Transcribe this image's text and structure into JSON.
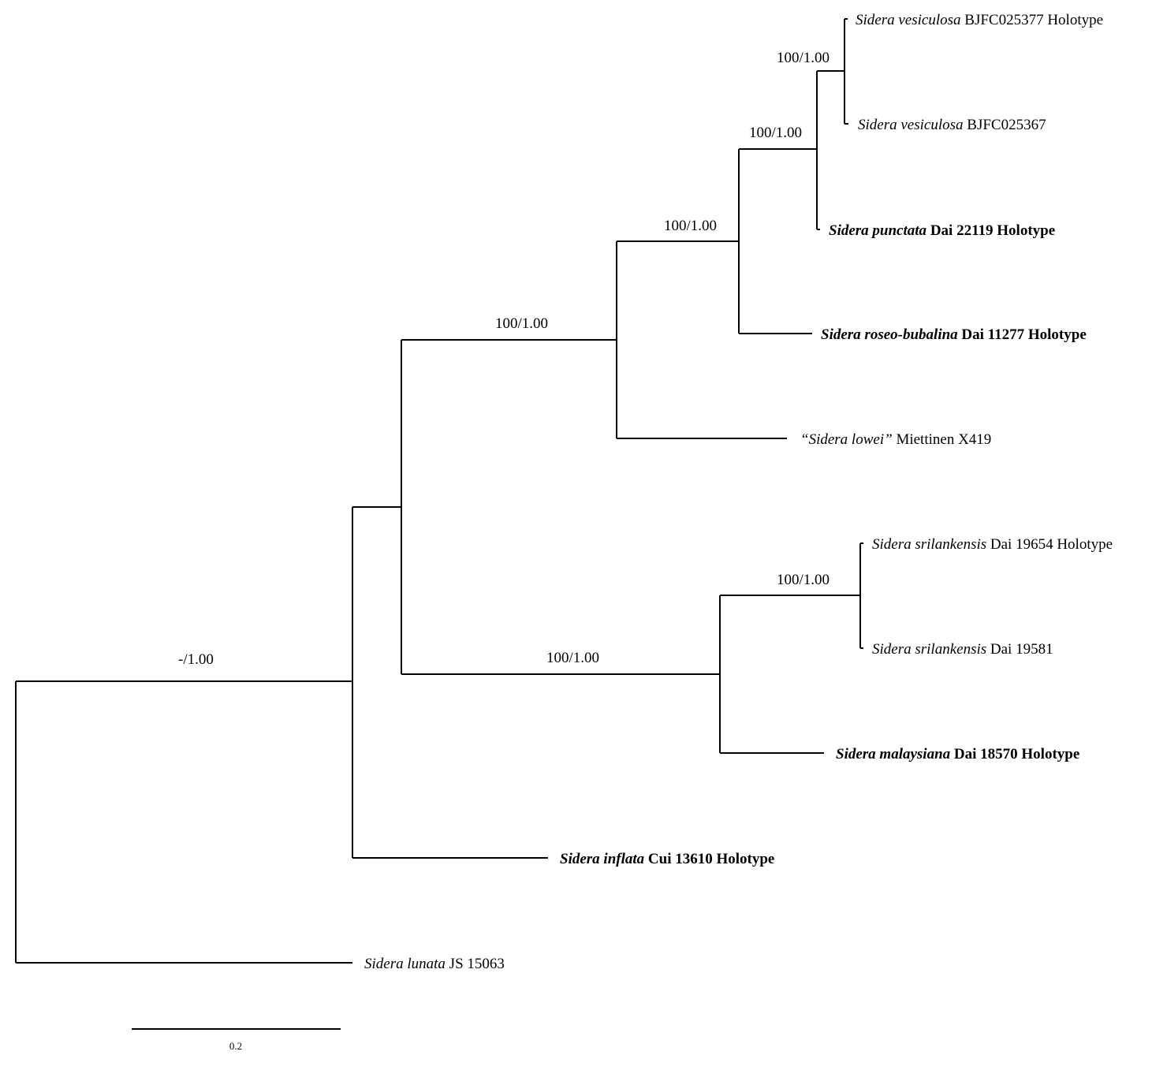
{
  "taxa": {
    "t1": {
      "quote_open": "",
      "species": "Sidera vesiculosa",
      "quote_close": "",
      "voucher": "BJFC025377 Holotype",
      "bold": false
    },
    "t2": {
      "quote_open": "",
      "species": "Sidera vesiculosa",
      "quote_close": "",
      "voucher": "BJFC025367",
      "bold": false
    },
    "t3": {
      "quote_open": "",
      "species": "Sidera punctata",
      "quote_close": "",
      "voucher": "Dai 22119 Holotype",
      "bold": true
    },
    "t4": {
      "quote_open": "",
      "species": "Sidera roseo-bubalina",
      "quote_close": "",
      "voucher": "Dai 11277 Holotype",
      "bold": true
    },
    "t5": {
      "quote_open": "“",
      "species": "Sidera lowei",
      "quote_close": "”",
      "voucher": "Miettinen X419",
      "bold": false
    },
    "t6": {
      "quote_open": "",
      "species": "Sidera srilankensis",
      "quote_close": "",
      "voucher": "Dai 19654 Holotype",
      "bold": false
    },
    "t7": {
      "quote_open": "",
      "species": "Sidera srilankensis",
      "quote_close": "",
      "voucher": "Dai 19581",
      "bold": false
    },
    "t8": {
      "quote_open": "",
      "species": "Sidera malaysiana",
      "quote_close": "",
      "voucher": "Dai 18570 Holotype",
      "bold": true
    },
    "t9": {
      "quote_open": "",
      "species": "Sidera inflata",
      "quote_close": "",
      "voucher": "Cui 13610 Holotype",
      "bold": true
    },
    "t10": {
      "quote_open": "",
      "species": "Sidera lunata",
      "quote_close": "",
      "voucher": "JS 15063",
      "bold": false
    }
  },
  "support": {
    "s_vesiculosa": "100/1.00",
    "s_punct_ves": "100/1.00",
    "s_roseo_clade": "100/1.00",
    "s_lowei_clade": "100/1.00",
    "s_srilankensis": "100/1.00",
    "s_malay_clade": "100/1.00",
    "s_ingroup": "-/1.00"
  },
  "scale_bar": {
    "label": "0.2",
    "length": 0.2
  }
}
